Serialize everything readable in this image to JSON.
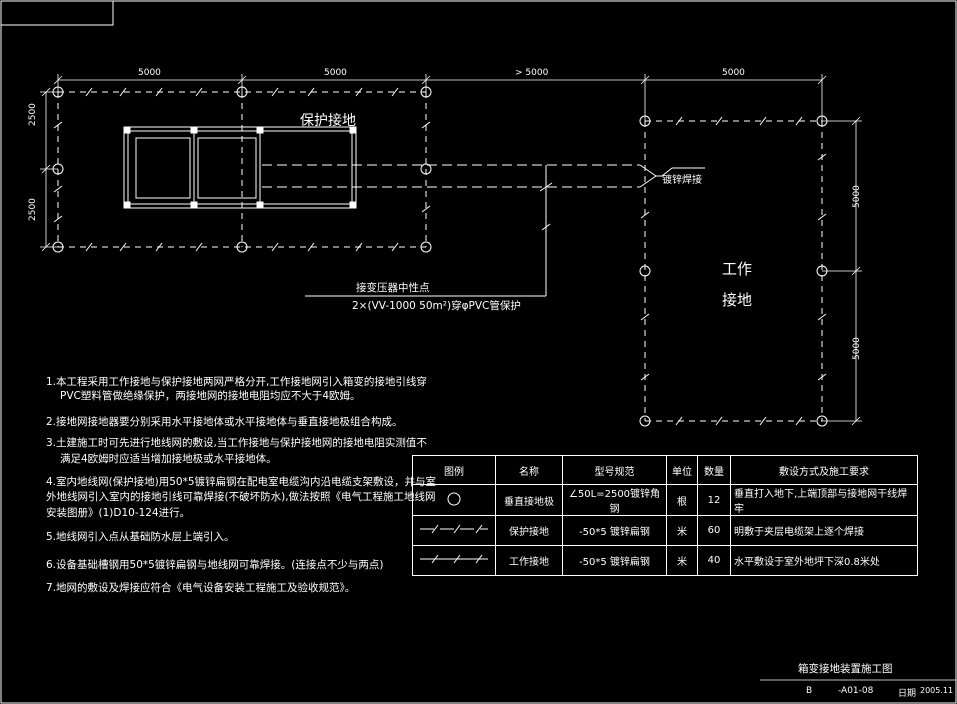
{
  "dims": {
    "top": [
      "5000",
      "5000",
      "> 5000",
      "5000"
    ],
    "left_vertical": [
      "2500",
      "2500"
    ],
    "right_vertical": [
      "5000",
      "5000"
    ]
  },
  "labels": {
    "protective_ground": "保护接地",
    "weld_note": "镀锌焊接",
    "work_ground_1": "工作",
    "work_ground_2": "接地",
    "transformer_neutral": "接变压器中性点",
    "cable_note": "2×(VV-1000 50m²)穿φPVC管保护"
  },
  "notes": [
    "1.本工程采用工作接地与保护接地两网严格分开,工作接地网引入箱变的接地引线穿",
    "PVC塑料管做绝缘保护，两接地网的接地电阻均应不大于4欧姆。",
    "2.接地网接地器要分别采用水平接地体或水平接地体与垂直接地极组合构成。",
    "3.土建施工时可先进行地线网的敷设,当工作接地与保护接地网的接地电阻实测值不",
    "满足4欧姆时应适当增加接地极或水平接地体。",
    "4.室内地线网(保护接地)用50*5镀锌扁钢在配电室电缆沟内沿电缆支架敷设，并与室",
    "外地线网引入室内的接地引线可靠焊接(不破坏防水),做法按照《电气工程施工地线网",
    "安装图册》(1)D10-124进行。",
    "5.地线网引入点从基础防水层上端引入。",
    "6.设备基础槽钢用50*5镀锌扁钢与地线网可靠焊接。(连接点不少与两点)",
    "7.地网的敷设及焊接应符合《电气设备安装工程施工及验收规范》。"
  ],
  "legend": {
    "headers": [
      "图例",
      "名称",
      "型号规范",
      "单位",
      "数量",
      "敷设方式及施工要求"
    ],
    "rows": [
      {
        "symbol": "circle",
        "name": "垂直接地极",
        "spec": "∠50L=2500镀锌角钢",
        "unit": "根",
        "qty": "12",
        "method": "垂直打入地下,上端顶部与接地网干线焊牢"
      },
      {
        "symbol": "line",
        "name": "保护接地",
        "spec": "-50*5 镀锌扁钢",
        "unit": "米",
        "qty": "60",
        "method": "明敷于夹层电缆架上逐个焊接"
      },
      {
        "symbol": "line",
        "name": "工作接地",
        "spec": "-50*5 镀锌扁钢",
        "unit": "米",
        "qty": "40",
        "method": "水平敷设于室外地坪下深0.8米处"
      }
    ]
  },
  "title_block": {
    "title": "箱变接地装置施工图",
    "sheet_letter": "B",
    "drawing_no": "-A01-08",
    "date_label": "日期",
    "date": "2005.11"
  }
}
